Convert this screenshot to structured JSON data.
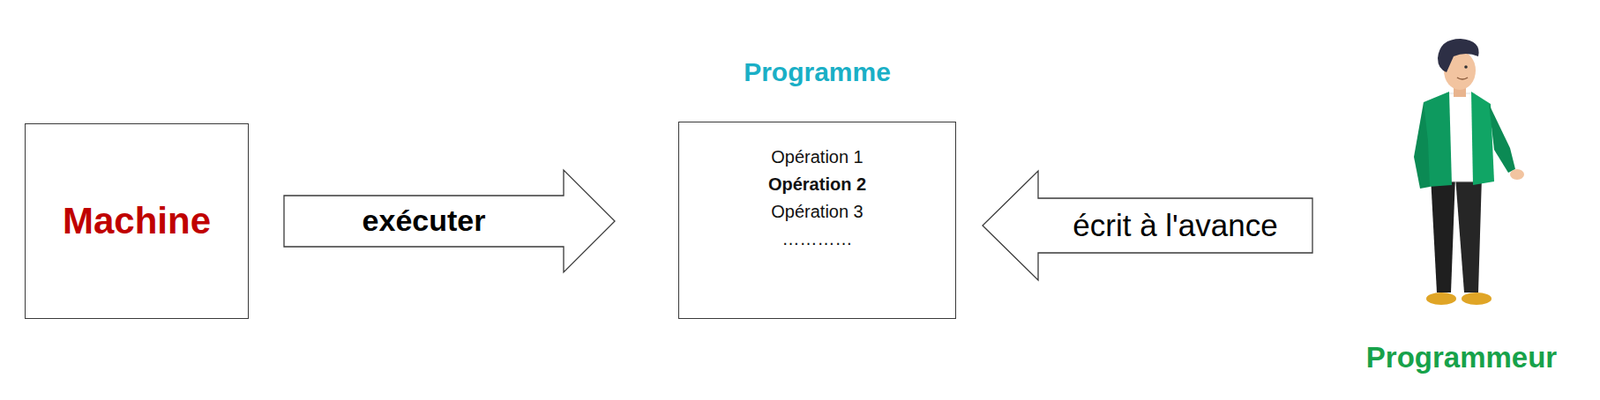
{
  "diagram": {
    "nodes": [
      {
        "text": [
          "Machine"
        ]
      },
      {
        "text": [
          "Programme",
          "Opération 1",
          "Opération 2",
          "Opération 3",
          "…………"
        ]
      },
      {
        "text": [
          "Programmeur"
        ]
      }
    ],
    "edges": [
      {
        "from": 0,
        "to": 1,
        "arrow": "to",
        "label": "exécuter"
      },
      {
        "from": 2,
        "to": 1,
        "arrow": "to",
        "label": "écrit à l'avance"
      }
    ]
  }
}
